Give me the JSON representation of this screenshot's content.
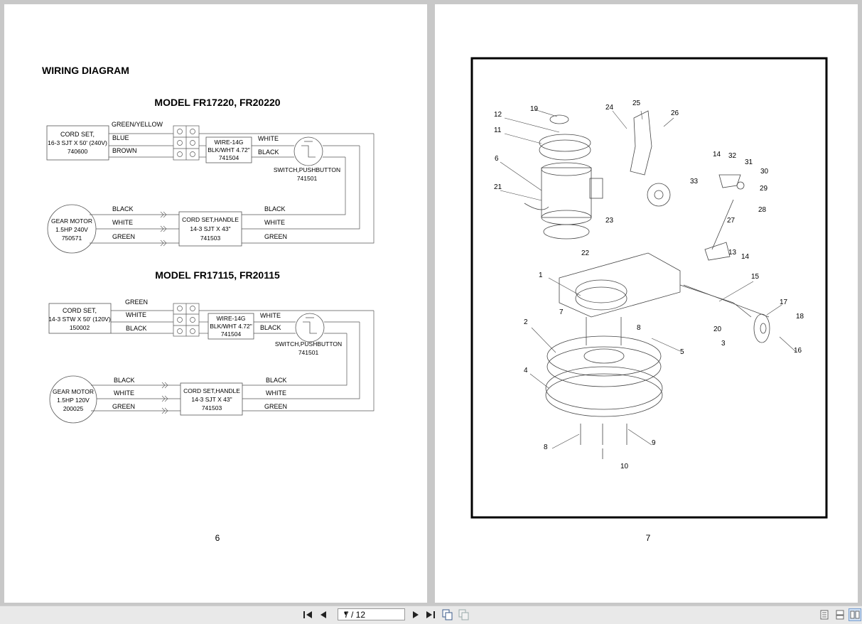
{
  "left_page": {
    "title": "WIRING DIAGRAM",
    "page_number": "6",
    "diagrams": [
      {
        "model": "MODEL FR17220, FR20220",
        "cord_set": [
          "CORD SET,",
          "16-3 SJT X 50' (240V)",
          "740600"
        ],
        "cord_wires": [
          "GREEN/YELLOW",
          "BLUE",
          "BROWN"
        ],
        "wire": [
          "WIRE-14G",
          "BLK/WHT 4.72\"",
          "741504"
        ],
        "wire_labels": [
          "WHITE",
          "BLACK"
        ],
        "switch": [
          "SWITCH,PUSHBUTTON",
          "741501"
        ],
        "motor": [
          "GEAR MOTOR",
          "1.5HP 240V",
          "750571"
        ],
        "motor_wires": [
          "BLACK",
          "WHITE",
          "GREEN"
        ],
        "handle_cord": [
          "CORD SET,HANDLE",
          "14-3 SJT X 43\"",
          "741503"
        ],
        "handle_wires": [
          "BLACK",
          "WHITE",
          "GREEN"
        ]
      },
      {
        "model": "MODEL FR17115, FR20115",
        "cord_set": [
          "CORD SET,",
          "14-3 STW X 50' (120V)",
          "150002"
        ],
        "cord_wires": [
          "GREEN",
          "WHITE",
          "BLACK"
        ],
        "wire": [
          "WIRE-14G",
          "BLK/WHT 4.72\"",
          "741504"
        ],
        "wire_labels": [
          "WHITE",
          "BLACK"
        ],
        "switch": [
          "SWITCH,PUSHBUTTON",
          "741501"
        ],
        "motor": [
          "GEAR MOTOR",
          "1.5HP 120V",
          "200025"
        ],
        "motor_wires": [
          "BLACK",
          "WHITE",
          "GREEN"
        ],
        "handle_cord": [
          "CORD SET,HANDLE",
          "14-3 SJT X 43\"",
          "741503"
        ],
        "handle_wires": [
          "BLACK",
          "WHITE",
          "GREEN"
        ]
      }
    ]
  },
  "right_page": {
    "page_number": "7",
    "callouts": [
      "19",
      "12",
      "11",
      "6",
      "21",
      "24",
      "25",
      "26",
      "14",
      "32",
      "31",
      "30",
      "33",
      "29",
      "28",
      "27",
      "23",
      "22",
      "13",
      "14",
      "15",
      "1",
      "7",
      "8",
      "2",
      "5",
      "20",
      "17",
      "18",
      "3",
      "16",
      "4",
      "8",
      "9",
      "10"
    ]
  },
  "toolbar": {
    "page_indicator": "7 / 12",
    "icons": [
      "first-page-icon",
      "prev-page-icon",
      "next-page-icon",
      "last-page-icon",
      "copy-icon",
      "paste-icon",
      "single-page-view-icon",
      "continuous-view-icon",
      "two-page-view-icon"
    ]
  }
}
